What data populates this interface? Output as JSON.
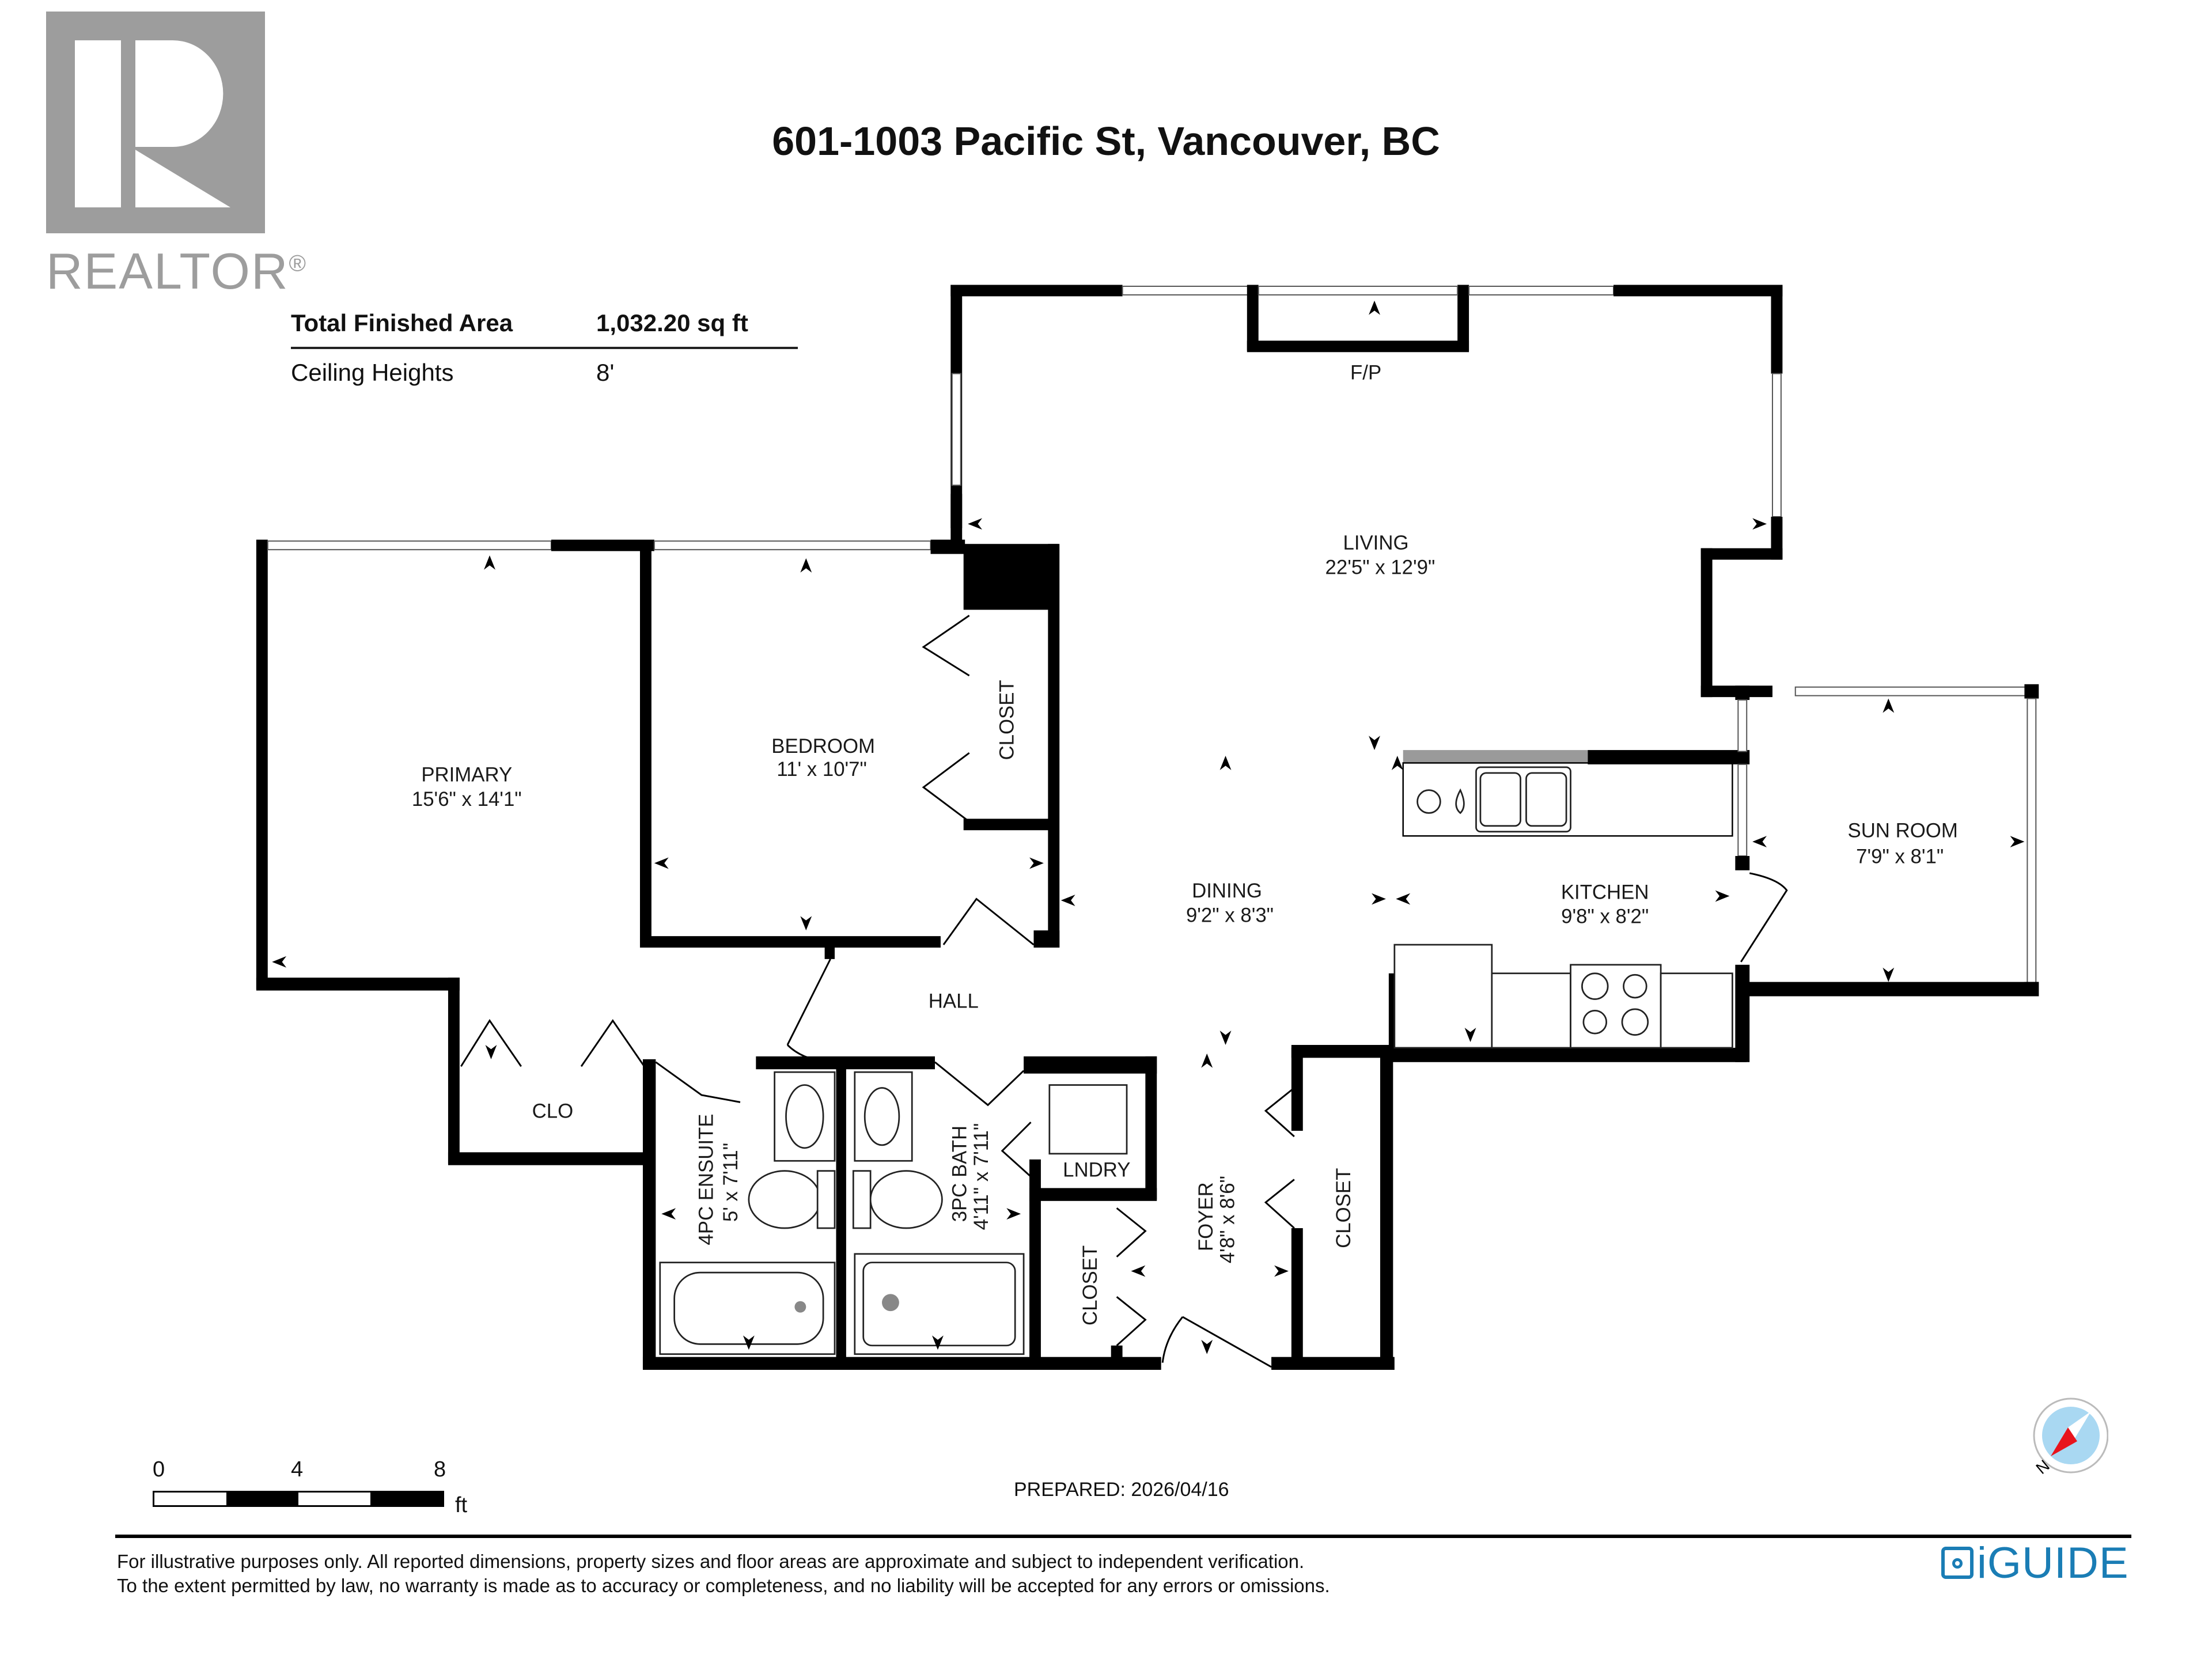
{
  "header": {
    "title": "601-1003 Pacific St, Vancouver, BC",
    "logo_text": "REALTOR",
    "logo_mark": "®"
  },
  "stats": {
    "total_area_label": "Total Finished Area",
    "total_area_value": "1,032.20 sq ft",
    "ceiling_label": "Ceiling Heights",
    "ceiling_value": "8'"
  },
  "rooms": {
    "living": {
      "name": "LIVING",
      "dim": "22'5\" x 12'9\""
    },
    "fp": {
      "name": "F/P"
    },
    "primary": {
      "name": "PRIMARY",
      "dim": "15'6\" x 14'1\""
    },
    "bedroom": {
      "name": "BEDROOM",
      "dim": "11' x 10'7\""
    },
    "bedroom_closet": {
      "name": "CLOSET"
    },
    "dining": {
      "name": "DINING",
      "dim": "9'2\" x 8'3\""
    },
    "kitchen": {
      "name": "KITCHEN",
      "dim": "9'8\" x 8'2\""
    },
    "sun_room": {
      "name": "SUN ROOM",
      "dim": "7'9\" x 8'1\""
    },
    "hall": {
      "name": "HALL"
    },
    "clo": {
      "name": "CLO"
    },
    "ensuite": {
      "name": "4PC ENSUITE",
      "dim": "5' x 7'11\""
    },
    "bath": {
      "name": "3PC BATH",
      "dim": "4'11\" x 7'11\""
    },
    "laundry": {
      "name": "LNDRY"
    },
    "foyer": {
      "name": "FOYER",
      "dim": "4'8\" x 8'6\""
    },
    "closet_left": {
      "name": "CLOSET"
    },
    "closet_right": {
      "name": "CLOSET"
    }
  },
  "scale_bar": {
    "ticks": [
      "0",
      "4",
      "8"
    ],
    "unit": "ft"
  },
  "footer": {
    "prepared": "PREPARED: 2026/04/16",
    "disclaimer_line1": "For illustrative purposes only. All reported dimensions, property sizes and floor areas are approximate and subject to independent verification.",
    "disclaimer_line2": "To the extent permitted by law, no warranty is made as to accuracy or completeness, and no liability will be accepted for any errors or omissions.",
    "brand": "iGUIDE",
    "compass_label": "N"
  },
  "colors": {
    "wall": "#000000",
    "logo_gray": "#9d9d9d",
    "brand_blue": "#1a7db5",
    "compass_fill": "#a9d8f2",
    "compass_needle": "#e8141c",
    "counter_gray": "#9a9a9a"
  }
}
